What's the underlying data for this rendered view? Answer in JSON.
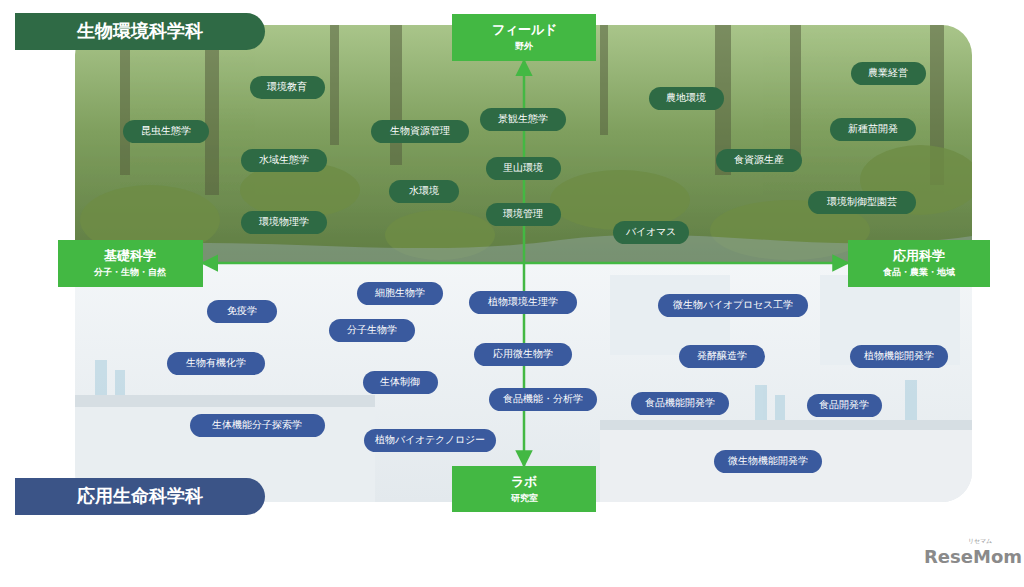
{
  "diagram": {
    "nodes": [
      {
        "text": [
          "生物環境科学科"
        ]
      },
      {
        "text": [
          "フィールド",
          "野外"
        ]
      },
      {
        "text": [
          "農業経営"
        ]
      },
      {
        "text": [
          "環境教育"
        ]
      },
      {
        "text": [
          "景観生態学"
        ]
      },
      {
        "text": [
          "農地環境"
        ]
      },
      {
        "text": [
          "新種苗開発"
        ]
      },
      {
        "text": [
          "昆虫生態学"
        ]
      },
      {
        "text": [
          "生物資源管理"
        ]
      },
      {
        "text": [
          "水域生態学"
        ]
      },
      {
        "text": [
          "食資源生産"
        ]
      },
      {
        "text": [
          "里山環境"
        ]
      },
      {
        "text": [
          "水環境"
        ]
      },
      {
        "text": [
          "環境制御型園芸"
        ]
      },
      {
        "text": [
          "環境物理学"
        ]
      },
      {
        "text": [
          "環境管理"
        ]
      },
      {
        "text": [
          "バイオマス"
        ]
      },
      {
        "text": [
          "基礎科学",
          "分子・生物・自然"
        ]
      },
      {
        "text": [
          "応用科学",
          "食品・農業・地域"
        ]
      },
      {
        "text": [
          "細胞生物学"
        ]
      },
      {
        "text": [
          "植物環境生理学"
        ]
      },
      {
        "text": [
          "微生物バイオプロセス工学"
        ]
      },
      {
        "text": [
          "免疫学"
        ]
      },
      {
        "text": [
          "分子生物学"
        ]
      },
      {
        "text": [
          "応用微生物学"
        ]
      },
      {
        "text": [
          "発酵醸造学"
        ]
      },
      {
        "text": [
          "植物機能開発学"
        ]
      },
      {
        "text": [
          "生物有機化学"
        ]
      },
      {
        "text": [
          "生体制御"
        ]
      },
      {
        "text": [
          "食品機能・分析学"
        ]
      },
      {
        "text": [
          "食品機能開発学"
        ]
      },
      {
        "text": [
          "食品開発学"
        ]
      },
      {
        "text": [
          "生体機能分子探索学"
        ]
      },
      {
        "text": [
          "植物バイオテクノロジー"
        ]
      },
      {
        "text": [
          "微生物機能開発学"
        ]
      },
      {
        "text": [
          "ラボ",
          "研究室"
        ]
      },
      {
        "text": [
          "応用生命科学科"
        ]
      }
    ],
    "edges": [
      {
        "from": 17,
        "to": 18,
        "arrow": "both"
      },
      {
        "from": 1,
        "to": 35,
        "arrow": "both"
      }
    ],
    "labels": [
      "リセマム",
      "ReseMom"
    ]
  }
}
